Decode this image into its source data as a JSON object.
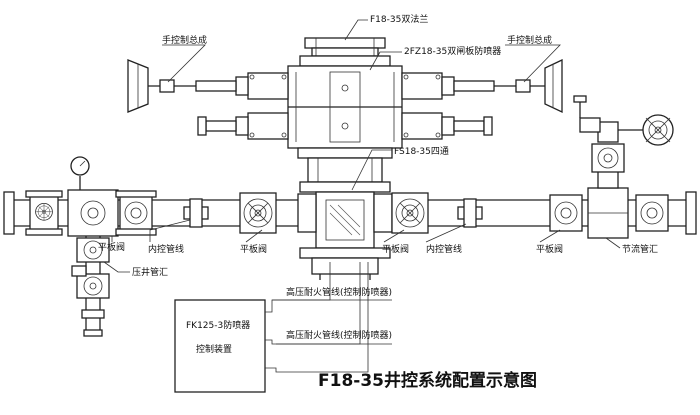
{
  "labels": {
    "flange": "F18-35双法兰",
    "bop": "2FZ18-35双闸板防喷器",
    "manual_left": "手控制总成",
    "manual_right": "手控制总成",
    "cross": "FS18-35四通",
    "flat_valve_1": "平板阀",
    "inner_line_1": "内控管线",
    "flat_valve_2": "平板阀",
    "flat_valve_3": "平板阀",
    "inner_line_2": "内控管线",
    "flat_valve_4": "平板阀",
    "choke_manifold": "节流管汇",
    "kill_manifold": "压井管汇",
    "fire_line_1": "高压耐火管线(控制防喷器)",
    "fire_line_2": "高压耐火管线(控制防喷器)",
    "control_box_line1": "FK125-3防喷器",
    "control_box_line2": "控制装置",
    "main_title": "F18-35井控系统配置示意图"
  }
}
